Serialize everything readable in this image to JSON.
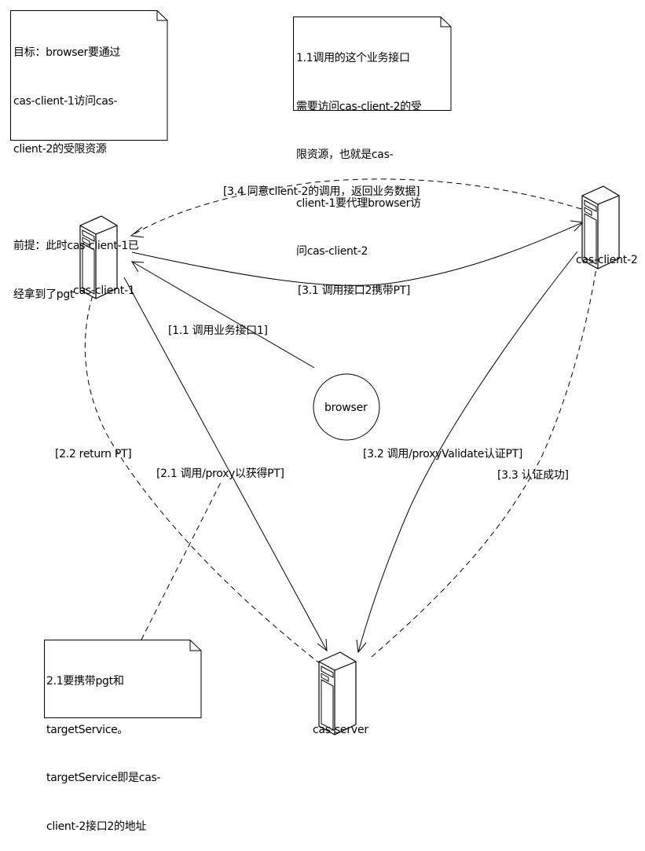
{
  "diagram": {
    "type": "UML collaboration / deployment diagram",
    "notes": [
      {
        "id": "goal-note",
        "lines": [
          "目标：browser要通过",
          "cas-client-1访问cas-",
          "client-2的受限资源",
          "",
          "前提：此时cas-client-1已",
          "经拿到了pgt"
        ]
      },
      {
        "id": "step11-note",
        "lines": [
          "1.1调用的这个业务接口",
          "需要访问cas-client-2的受",
          "限资源，也就是cas-",
          "client-1要代理browser访",
          "问cas-client-2"
        ]
      },
      {
        "id": "step21-note",
        "lines": [
          "2.1要携带pgt和",
          "targetService。",
          "targetService即是cas-",
          "client-2接口2的地址"
        ]
      }
    ],
    "nodes": [
      {
        "id": "cas-client-1",
        "label": "cas-client-1",
        "shape": "server"
      },
      {
        "id": "cas-client-2",
        "label": "cas-client-2",
        "shape": "server"
      },
      {
        "id": "cas-server",
        "label": "cas-server",
        "shape": "server"
      },
      {
        "id": "browser",
        "label": "browser",
        "shape": "circle"
      }
    ],
    "edges": [
      {
        "id": "e11",
        "from": "browser",
        "to": "cas-client-1",
        "label": "[1.1 调用业务接口1]",
        "style": "solid"
      },
      {
        "id": "e21",
        "from": "cas-client-1",
        "to": "cas-server",
        "label": "[2.1 调用/proxy以获得PT]",
        "style": "solid"
      },
      {
        "id": "e22",
        "from": "cas-server",
        "to": "cas-client-1",
        "label": "[2.2 return PT]",
        "style": "dashed"
      },
      {
        "id": "e31",
        "from": "cas-client-1",
        "to": "cas-client-2",
        "label": "[3.1 调用接口2携带PT]",
        "style": "solid"
      },
      {
        "id": "e32",
        "from": "cas-client-2",
        "to": "cas-server",
        "label": "[3.2 调用/proxyValidate认证PT]",
        "style": "solid"
      },
      {
        "id": "e33",
        "from": "cas-server",
        "to": "cas-client-2",
        "label": "[3.3 认证成功]",
        "style": "dashed"
      },
      {
        "id": "e34",
        "from": "cas-client-2",
        "to": "cas-client-1",
        "label": "[3.4 同意client-2的调用，返回业务数据]",
        "style": "dashed"
      },
      {
        "id": "anchor21",
        "from": "step21-note",
        "to": "e21",
        "label": "",
        "style": "dashed"
      }
    ]
  }
}
